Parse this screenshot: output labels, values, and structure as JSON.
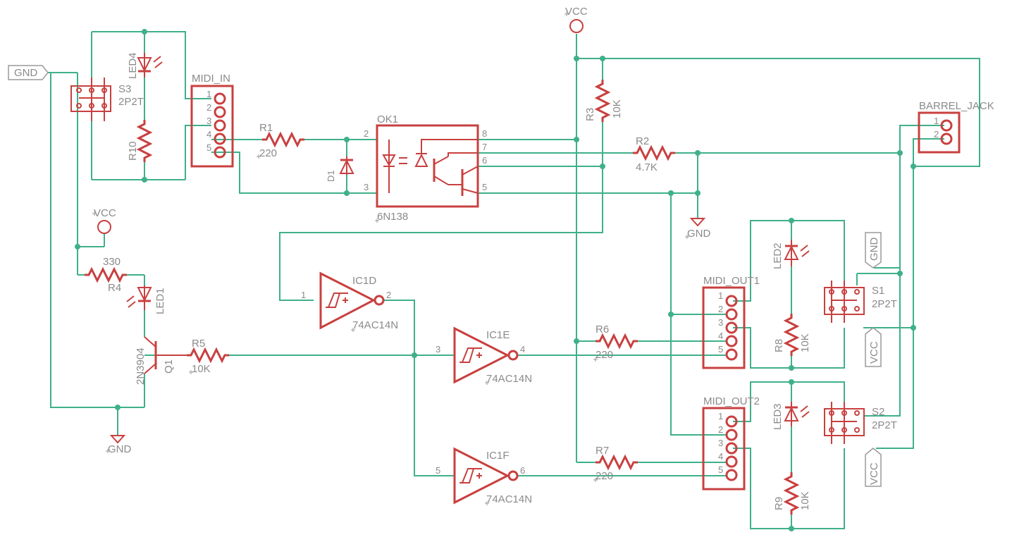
{
  "schematic": {
    "nets": {
      "gnd": "GND",
      "vcc": "VCC"
    },
    "parts": {
      "s3": {
        "ref": "S3",
        "value": "2P2T"
      },
      "led4": {
        "ref": "LED4"
      },
      "r10": {
        "ref": "R10"
      },
      "midi_in": {
        "ref": "MIDI_IN",
        "pins": [
          "1",
          "2",
          "3",
          "4",
          "5"
        ]
      },
      "r1": {
        "ref": "R1",
        "value": "220"
      },
      "d1": {
        "ref": "D1"
      },
      "ok1": {
        "ref": "OK1",
        "value": "6N138",
        "pins": [
          "2",
          "3",
          "8",
          "7",
          "6",
          "5"
        ]
      },
      "r3": {
        "ref": "R3",
        "value": "10K"
      },
      "r2": {
        "ref": "R2",
        "value": "4.7K"
      },
      "barrel_jack": {
        "ref": "BARREL_JACK",
        "pins": [
          "1",
          "2"
        ]
      },
      "r4": {
        "ref": "R4",
        "value": "330"
      },
      "led1": {
        "ref": "LED1"
      },
      "q1": {
        "ref": "Q1",
        "value": "2N3904"
      },
      "r5": {
        "ref": "R5",
        "value": "10K"
      },
      "ic1d": {
        "ref": "IC1D",
        "value": "74AC14N",
        "pin_in": "1",
        "pin_out": "2"
      },
      "ic1e": {
        "ref": "IC1E",
        "value": "74AC14N",
        "pin_in": "3",
        "pin_out": "4"
      },
      "ic1f": {
        "ref": "IC1F",
        "value": "74AC14N",
        "pin_in": "5",
        "pin_out": "6"
      },
      "r6": {
        "ref": "R6",
        "value": "220"
      },
      "r7": {
        "ref": "R7",
        "value": "220"
      },
      "midi_out1": {
        "ref": "MIDI_OUT1",
        "pins": [
          "1",
          "2",
          "3",
          "4",
          "5"
        ]
      },
      "midi_out2": {
        "ref": "MIDI_OUT2",
        "pins": [
          "1",
          "2",
          "3",
          "4",
          "5"
        ]
      },
      "led2": {
        "ref": "LED2"
      },
      "led3": {
        "ref": "LED3"
      },
      "r8": {
        "ref": "R8",
        "value": "10K"
      },
      "r9": {
        "ref": "R9",
        "value": "10K"
      },
      "s1": {
        "ref": "S1",
        "value": "2P2T"
      },
      "s2": {
        "ref": "S2",
        "value": "2P2T"
      }
    },
    "colors": {
      "wire": "#3fb08a",
      "part": "#c8403f",
      "text": "#8a8a8a"
    }
  }
}
